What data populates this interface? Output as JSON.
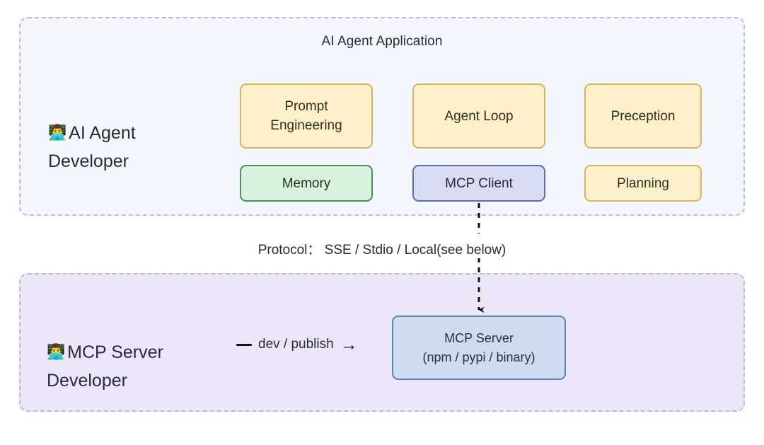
{
  "agent_panel": {
    "title": "AI Agent Application",
    "role": {
      "emoji": "👨‍💻",
      "line1": "AI Agent",
      "line2": "Developer"
    },
    "nodes": [
      {
        "id": "prompt",
        "label": "Prompt\nEngineering",
        "color": "#fdf0ca",
        "border": "#d6b656"
      },
      {
        "id": "loop",
        "label": "Agent Loop",
        "color": "#fdf0ca",
        "border": "#d6b656"
      },
      {
        "id": "perception",
        "label": "Preception",
        "color": "#fdf0ca",
        "border": "#d6b656"
      },
      {
        "id": "memory",
        "label": "Memory",
        "color": "#d9f2de",
        "border": "#4e8f56"
      },
      {
        "id": "mcpclient",
        "label": "MCP Client",
        "color": "#d9ddf3",
        "border": "#5b6bc0"
      },
      {
        "id": "planning",
        "label": "Planning",
        "color": "#fdf0ca",
        "border": "#d6b656"
      }
    ]
  },
  "connector": {
    "protocol_label": "Protocol： SSE / Stdio / Local(see below)",
    "style": "dashed",
    "arrow": "down"
  },
  "server_panel": {
    "role": {
      "emoji": "👨‍💻",
      "line1": "MCP Server",
      "line2": "Developer"
    },
    "edge": {
      "label": "dev / publish",
      "arrow_glyph": "→"
    },
    "nodes": [
      {
        "id": "mcpserver",
        "label": "MCP Server\n(npm / pypi / binary)",
        "color": "#cfdcf0",
        "border": "#5b84c4"
      }
    ]
  },
  "colors": {
    "agent_panel_bg": "#f4f6fd",
    "server_panel_bg": "#ece6f8",
    "panel_border": "#b9bfcc",
    "page_bg": "#ffffff",
    "text": "#2a2a38"
  }
}
